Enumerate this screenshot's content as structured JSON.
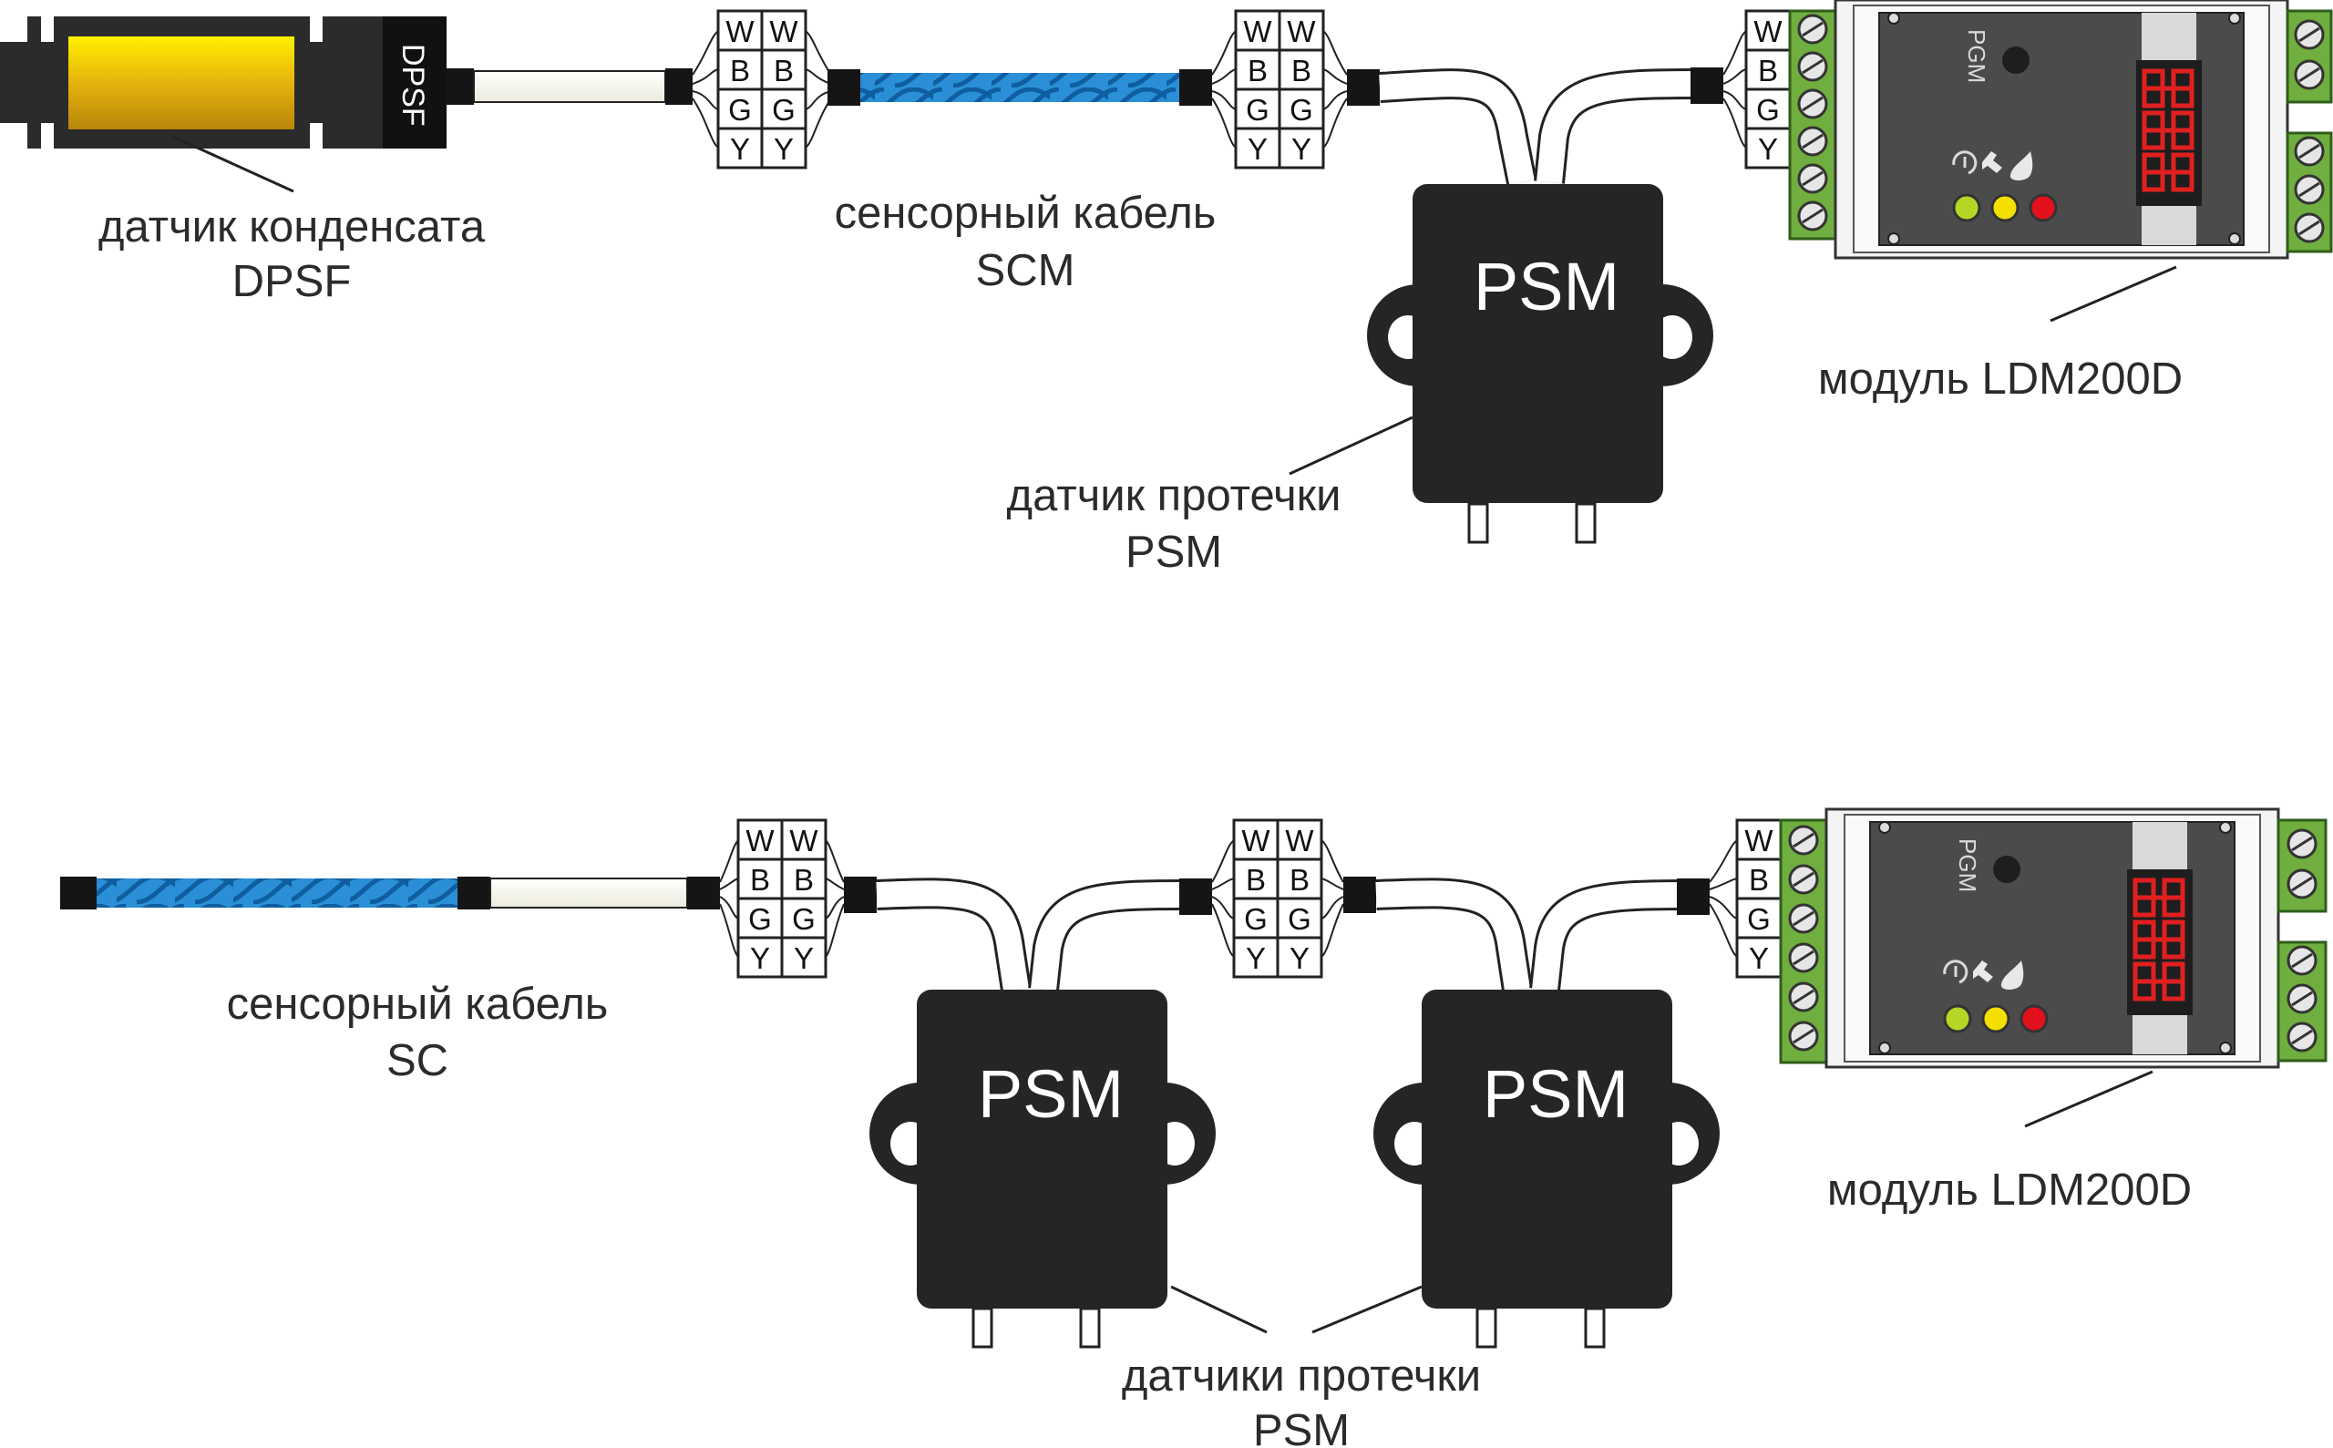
{
  "colors": {
    "sensor_cable": "#2a8fd6",
    "psm_body": "#252525",
    "terminal_green": "#6fae3f",
    "module_panel": "#4b4b4b",
    "display_red": "#e02020",
    "led_green": "#b6d625",
    "led_yellow": "#f4e000",
    "led_red": "#e3101d",
    "dpsf_window": "#e1b20a"
  },
  "icons": [
    "power-icon",
    "wrench-icon",
    "drop-icon"
  ],
  "terminal_letters": [
    "W",
    "B",
    "G",
    "Y"
  ],
  "top_scheme": {
    "dpsf_body_label": "DPSF",
    "dpsf_caption": [
      "датчик конденсата",
      "DPSF"
    ],
    "cable_caption": [
      "сенсорный кабель",
      "SCM"
    ],
    "psm_label": "PSM",
    "psm_caption": [
      "датчик протечки",
      "PSM"
    ],
    "module_pgm_label": "PGM",
    "module_caption": "модуль LDM200D"
  },
  "bottom_scheme": {
    "cable_caption": [
      "сенсорный кабель",
      "SC"
    ],
    "psm_labels": [
      "PSM",
      "PSM"
    ],
    "psm_caption": [
      "датчики протечки",
      "PSM"
    ],
    "module_pgm_label": "PGM",
    "module_caption": "модуль LDM200D"
  }
}
